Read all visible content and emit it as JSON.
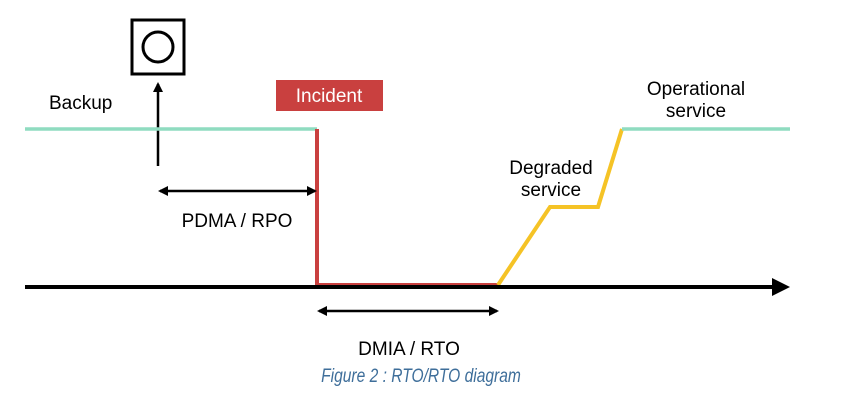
{
  "labels": {
    "backup": "Backup",
    "incident": "Incident",
    "operational_line1": "Operational",
    "operational_line2": "service",
    "degraded_line1": "Degraded",
    "degraded_line2": "service",
    "rpo": "PDMA / RPO",
    "rto": "DMIA / RTO"
  },
  "caption": "Figure 2 : RTO/RTO diagram",
  "colors": {
    "service_line": "#8fdcc0",
    "incident": "#c9403f",
    "degraded": "#f5c326",
    "axis": "#000000",
    "caption": "#3e6e9a"
  },
  "icons": {
    "backup": "backup-disk-icon"
  }
}
